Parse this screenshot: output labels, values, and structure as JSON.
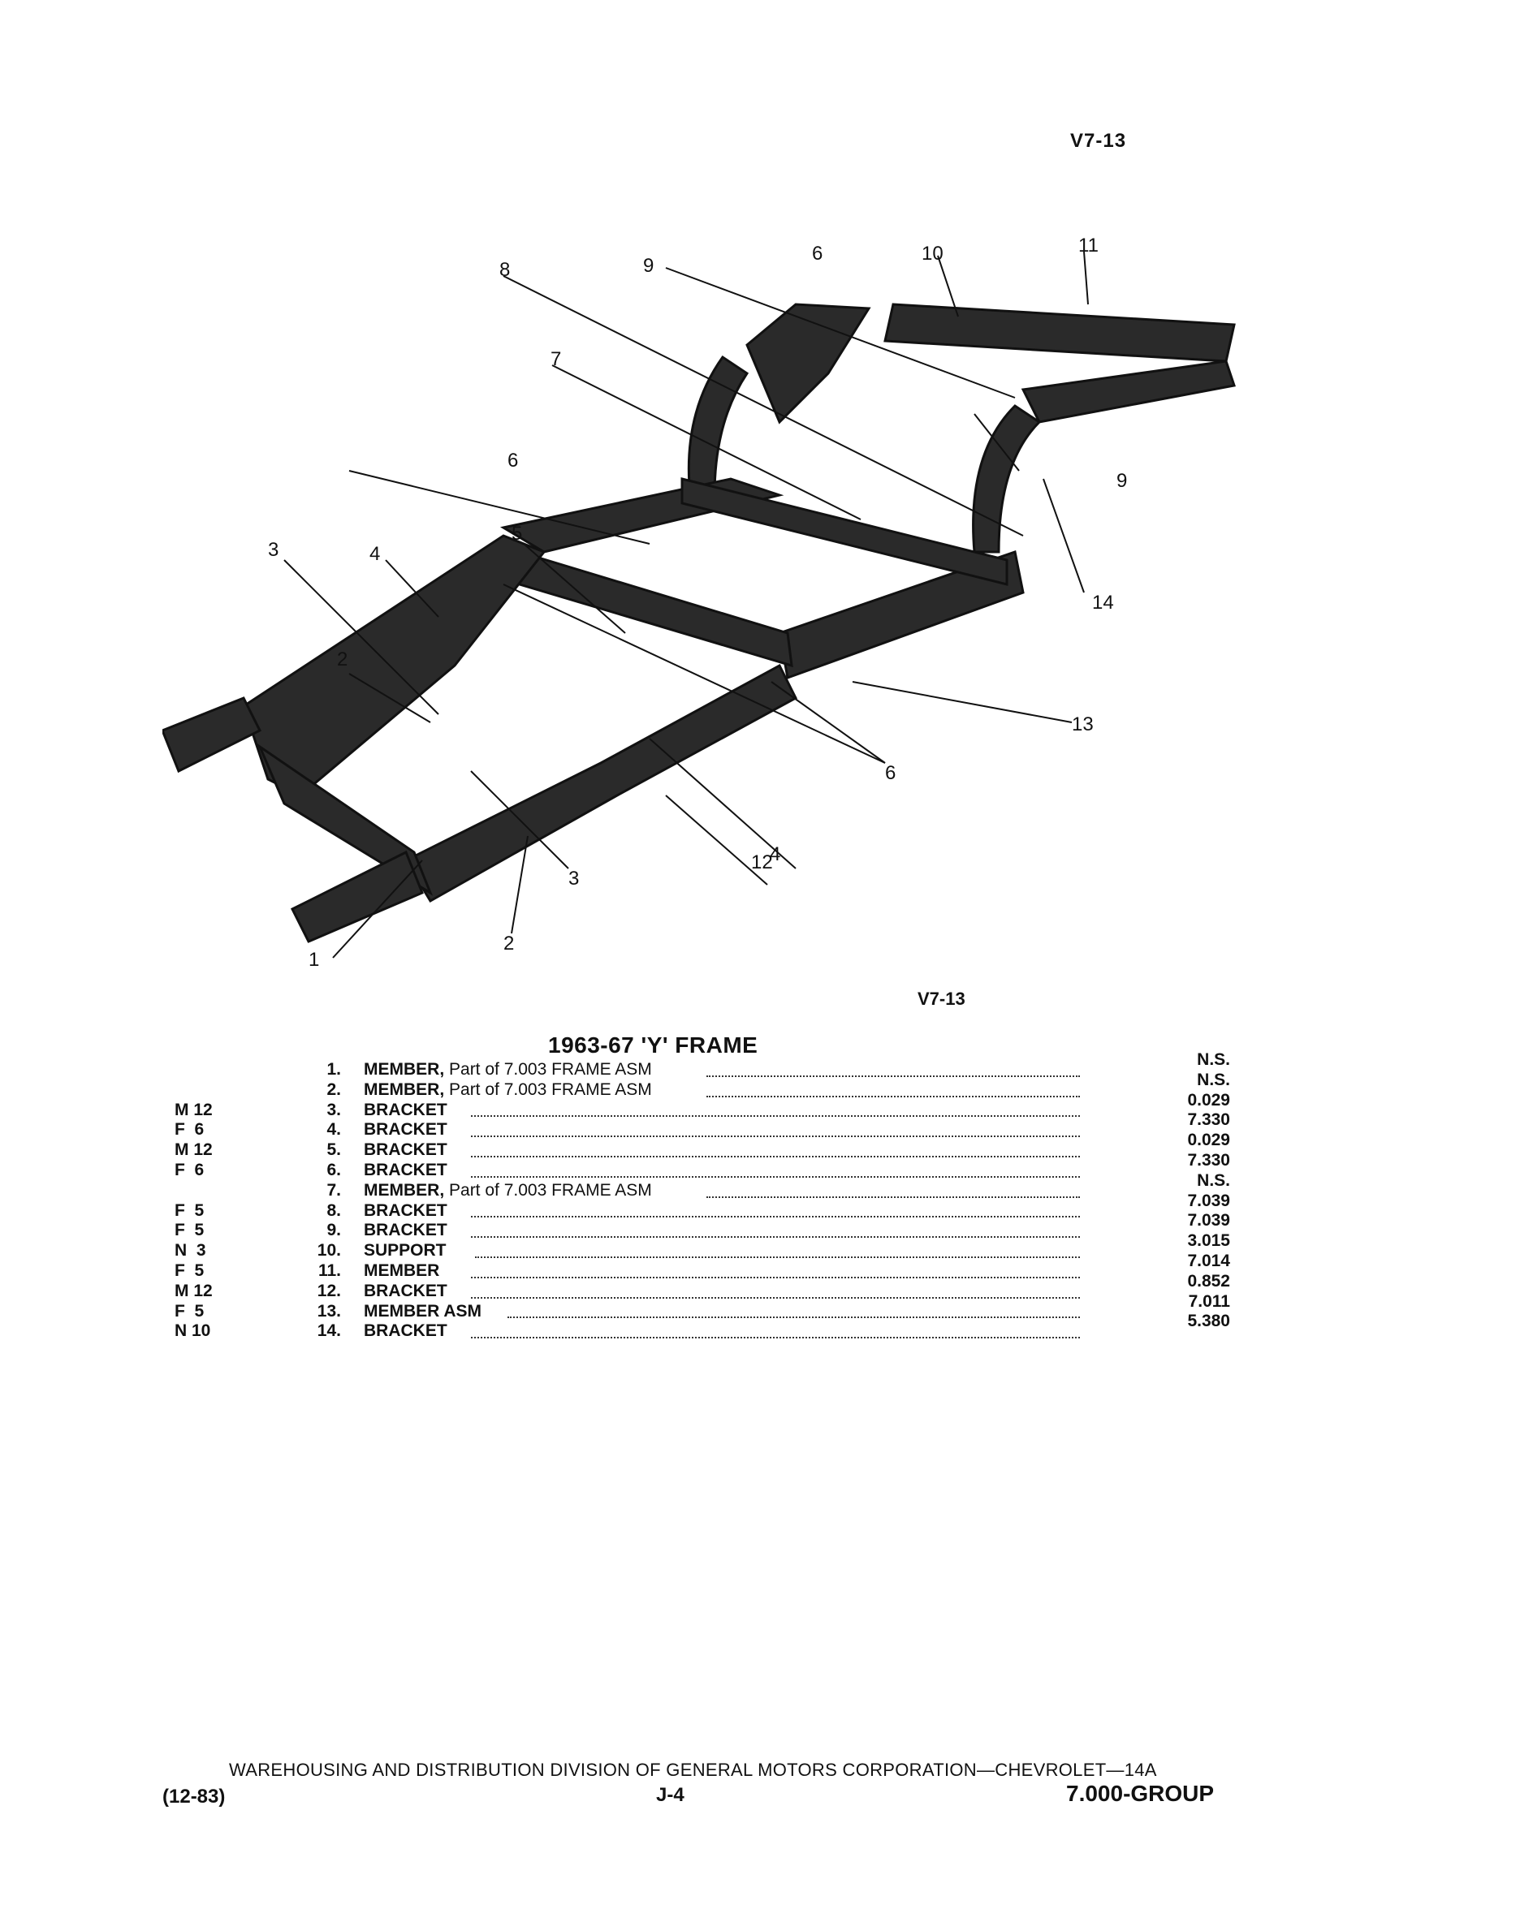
{
  "header": {
    "page_code": "V7-13"
  },
  "figure": {
    "code": "V7-13",
    "callouts": [
      {
        "label": "1"
      },
      {
        "label": "2"
      },
      {
        "label": "2"
      },
      {
        "label": "3"
      },
      {
        "label": "3"
      },
      {
        "label": "4"
      },
      {
        "label": "4"
      },
      {
        "label": "5"
      },
      {
        "label": "6"
      },
      {
        "label": "6"
      },
      {
        "label": "6"
      },
      {
        "label": "7"
      },
      {
        "label": "8"
      },
      {
        "label": "9"
      },
      {
        "label": "9"
      },
      {
        "label": "10"
      },
      {
        "label": "11"
      },
      {
        "label": "12"
      },
      {
        "label": "13"
      },
      {
        "label": "14"
      }
    ]
  },
  "section": {
    "title": "1963-67 'Y' FRAME"
  },
  "parts": [
    {
      "qty": "",
      "num": "1.",
      "name": "MEMBER,",
      "note": " Part of 7.003 FRAME ASM",
      "group": "N.S."
    },
    {
      "qty": "",
      "num": "2.",
      "name": "MEMBER,",
      "note": " Part of 7.003 FRAME ASM",
      "group": "N.S."
    },
    {
      "qty": "M 12",
      "num": "3.",
      "name": "BRACKET",
      "note": "",
      "group": "0.029"
    },
    {
      "qty": "F  6",
      "num": "4.",
      "name": "BRACKET",
      "note": "",
      "group": "7.330"
    },
    {
      "qty": "M 12",
      "num": "5.",
      "name": "BRACKET",
      "note": "",
      "group": "0.029"
    },
    {
      "qty": "F  6",
      "num": "6.",
      "name": "BRACKET",
      "note": "",
      "group": "7.330"
    },
    {
      "qty": "",
      "num": "7.",
      "name": "MEMBER,",
      "note": " Part of 7.003 FRAME ASM",
      "group": "N.S."
    },
    {
      "qty": "F  5",
      "num": "8.",
      "name": "BRACKET",
      "note": "",
      "group": "7.039"
    },
    {
      "qty": "F  5",
      "num": "9.",
      "name": "BRACKET",
      "note": "",
      "group": "7.039"
    },
    {
      "qty": "N  3",
      "num": "10.",
      "name": "SUPPORT",
      "note": "",
      "group": "3.015"
    },
    {
      "qty": "F  5",
      "num": "11.",
      "name": "MEMBER",
      "note": "",
      "group": "7.014"
    },
    {
      "qty": "M 12",
      "num": "12.",
      "name": "BRACKET",
      "note": "",
      "group": "0.852"
    },
    {
      "qty": "F  5",
      "num": "13.",
      "name": "MEMBER ASM",
      "note": "",
      "group": "7.011"
    },
    {
      "qty": "N 10",
      "num": "14.",
      "name": "BRACKET",
      "note": "",
      "group": "5.380"
    }
  ],
  "footer": {
    "line": "WAREHOUSING AND DISTRIBUTION DIVISION OF GENERAL MOTORS CORPORATION—CHEVROLET—14A",
    "date": "(12-83)",
    "page": "J-4",
    "group": "7.000-GROUP"
  }
}
